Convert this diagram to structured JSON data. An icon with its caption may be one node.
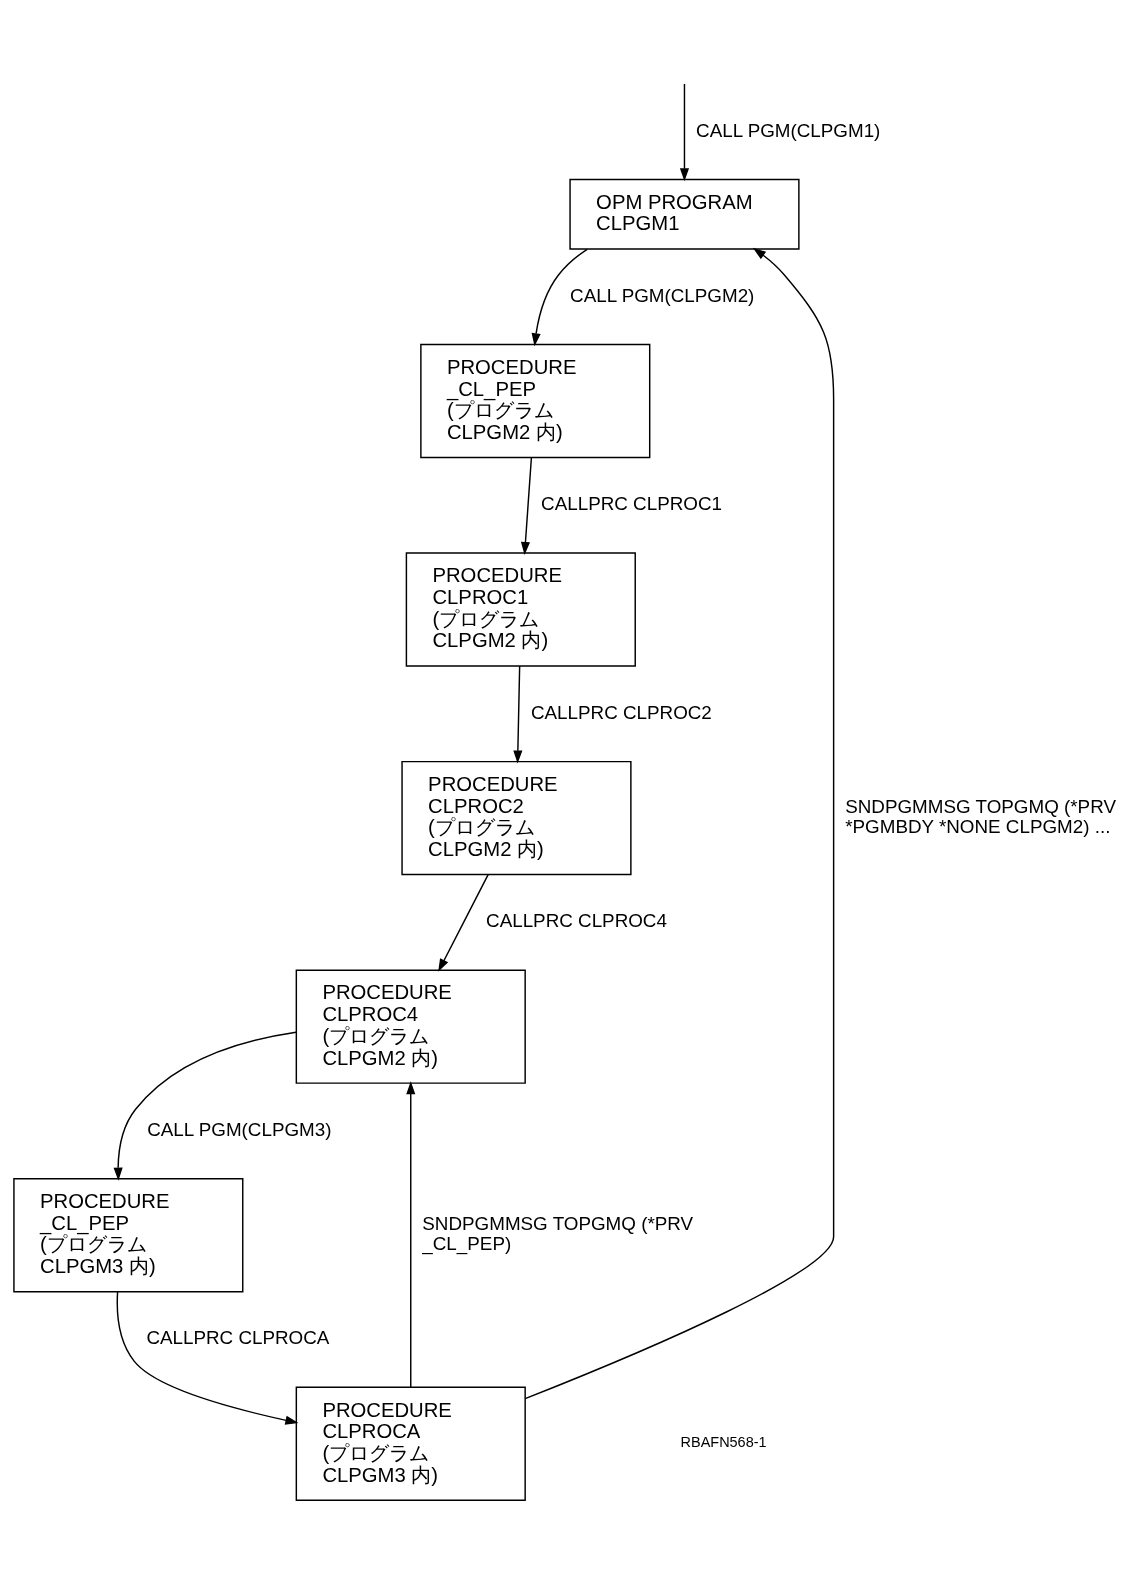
{
  "diagram": {
    "nodes": [
      {
        "text": [
          "OPM PROGRAM CLPGM1"
        ]
      },
      {
        "text": [
          "PROCEDURE _CL_PEP (プログラム CLPGM2 内)"
        ]
      },
      {
        "text": [
          "PROCEDURE CLPROC1 (プログラム CLPGM2 内)"
        ]
      },
      {
        "text": [
          "PROCEDURE CLPROC2 (プログラム CLPGM2 内)"
        ]
      },
      {
        "text": [
          "PROCEDURE CLPROC4 (プログラム CLPGM2 内)"
        ]
      },
      {
        "text": [
          "PROCEDURE _CL_PEP (プログラム CLPGM3 内)"
        ]
      },
      {
        "text": [
          "PROCEDURE CLPROCA (プログラム CLPGM3 内)"
        ]
      }
    ],
    "edges": [
      {
        "from": null,
        "to": 0,
        "arrow": "to",
        "label": "CALL PGM(CLPGM1)"
      },
      {
        "from": 0,
        "to": 1,
        "arrow": "to",
        "label": "CALL PGM(CLPGM2)"
      },
      {
        "from": 1,
        "to": 2,
        "arrow": "to",
        "label": "CALLPRC CLPROC1"
      },
      {
        "from": 2,
        "to": 3,
        "arrow": "to",
        "label": "CALLPRC CLPROC2"
      },
      {
        "from": 3,
        "to": 4,
        "arrow": "to",
        "label": "CALLPRC CLPROC4"
      },
      {
        "from": 4,
        "to": 5,
        "arrow": "to",
        "label": "CALL PGM(CLPGM3)"
      },
      {
        "from": 5,
        "to": 6,
        "arrow": "to",
        "label": "CALLPRC CLPROCA"
      },
      {
        "from": 6,
        "to": 0,
        "arrow": "to",
        "label": "SNDPGMMSG TOPGMQ (*PRV *PGMBDY *NONE CLPGM2) ..."
      },
      {
        "from": 6,
        "to": 4,
        "arrow": "to",
        "label": "SNDPGMMSG TOPGMQ (*PRV _CL_PEP)"
      }
    ],
    "labels": [
      "RBAFN568-1"
    ]
  }
}
